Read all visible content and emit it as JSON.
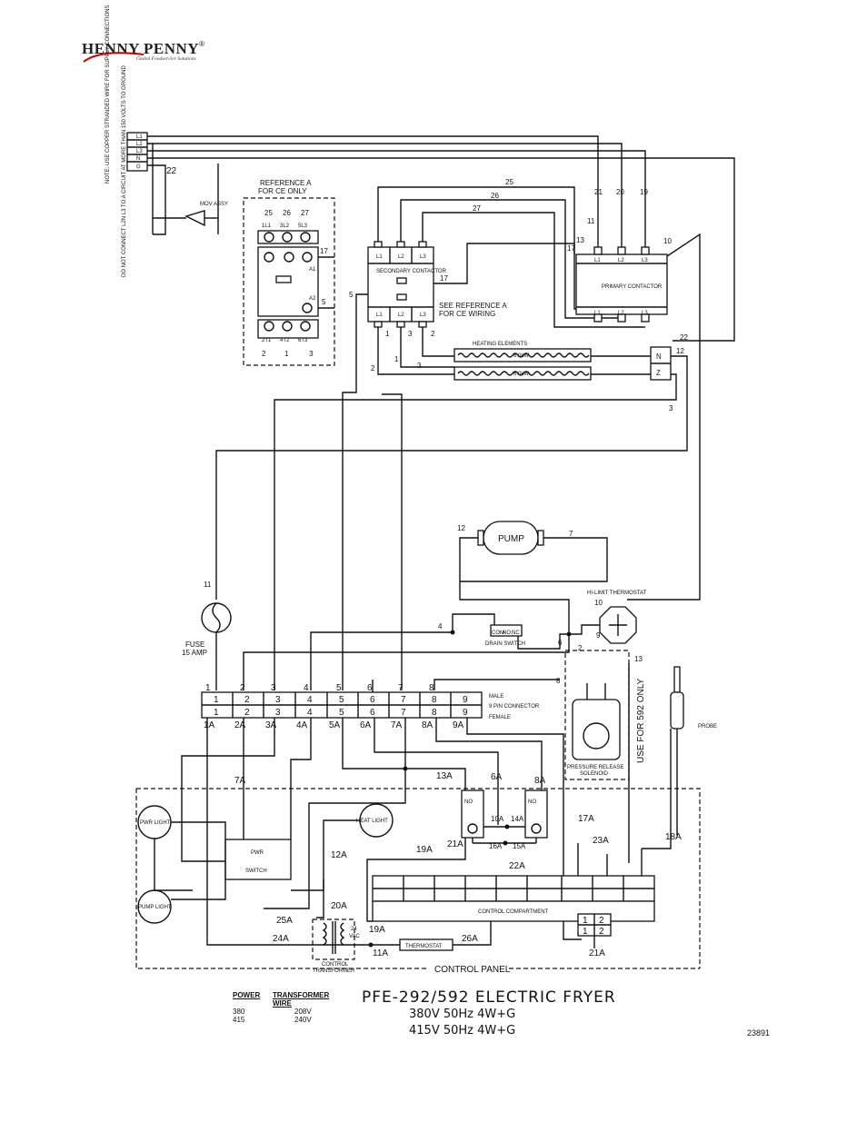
{
  "brand": {
    "name": "HENNY PENNY",
    "registered": "®",
    "tagline": "Global Foodservice Solutions"
  },
  "labels": {
    "supply_note": "NOTE: USE COPPER STRANDED WIRE FOR SUPPLY CONNECTIONS",
    "ground_note": "DO NOT CONNECT L2N L3 TO A CIRCUIT AT MORE THAN 150 VOLTS TO GROUND",
    "mov_assy": "MOV ASSY",
    "reference_a_title_1": "REFERENCE A",
    "reference_a_title_2": "FOR CE ONLY",
    "secondary_contactor": "SECONDARY CONTACTOR",
    "primary_contactor": "PRIMARY CONTACTOR",
    "see_reference_1": "SEE REFERENCE A",
    "see_reference_2": "FOR CE WIRING",
    "heating_elements": "HEATING ELEMENTS",
    "pump": "PUMP",
    "hi_limit": "HI-LIMIT THERMOSTAT",
    "fuse_1": "FUSE",
    "fuse_2": "15 AMP",
    "drain_switch": "DRAIN SWITCH",
    "male": "MALE",
    "nine_pin": "9 PIN CONNECTOR",
    "female": "FEMALE",
    "pressure_release_1": "PRESSURE RELEASE",
    "pressure_release_2": "SOLENOID",
    "use_for_592": "USE FOR 592 ONLY",
    "probe": "PROBE",
    "pwr_light": "PWR LIGHT",
    "heat_light": "HEAT LIGHT",
    "pump_light": "PUMP LIGHT",
    "pwr_switch_1": "PWR",
    "pwr_switch_2": "SWITCH",
    "control_compartment": "CONTROL COMPARTMENT",
    "control_transformer_1": "CONTROL",
    "control_transformer_2": "TRANSFORMER",
    "vac_1": "24",
    "vac_2": "VAC",
    "thermostat": "THERMOSTAT",
    "control_panel": "CONTROL PANEL",
    "com": "COM",
    "no": "NO",
    "nc": "NC"
  },
  "terminals": {
    "supply": [
      "L1",
      "L2",
      "L3",
      "N",
      "G"
    ],
    "contactor_poles": [
      "L1",
      "L2",
      "L3"
    ],
    "element_labels": [
      "6.0kW",
      "6.0kW"
    ]
  },
  "reference_a": {
    "top_numbers": [
      "25",
      "26",
      "27"
    ],
    "top_terminals": [
      "1L1",
      "3L2",
      "5L3"
    ],
    "coil_terminals": [
      "A1",
      "A2"
    ],
    "bottom_terminals": [
      "2T1",
      "4T2",
      "6T3"
    ],
    "bottom_numbers": [
      "2",
      "1",
      "3"
    ],
    "side_numbers": [
      "17",
      "5"
    ]
  },
  "wire_numbers": {
    "w1": "1",
    "w2": "2",
    "w3": "3",
    "w4": "4",
    "w5": "5",
    "w6": "6",
    "w7": "7",
    "w8": "8",
    "w9": "9",
    "w10": "10",
    "w11": "11",
    "w12": "12",
    "w13": "13",
    "w17": "17",
    "w19": "19",
    "w20": "20",
    "w21": "21",
    "w22": "22",
    "w25": "25",
    "w26": "26",
    "w27": "27",
    "w1A": "1A",
    "w2A": "2A",
    "w3A": "3A",
    "w4A": "4A",
    "w5A": "5A",
    "w6A": "6A",
    "w7A": "7A",
    "w8A": "8A",
    "w9A": "9A",
    "w10A": "10A",
    "w11A": "11A",
    "w12A": "12A",
    "w13A": "13A",
    "w14A": "14A",
    "w15A": "15A",
    "w16A": "16A",
    "w17A": "17A",
    "w18A": "18A",
    "w19A": "19A",
    "w20A": "20A",
    "w21A": "21A",
    "w22A": "22A",
    "w23A": "23A",
    "w24A": "24A",
    "w25A": "25A",
    "w26A": "26A"
  },
  "connector_pins": [
    "1",
    "2",
    "3",
    "4",
    "5",
    "6",
    "7",
    "8",
    "9"
  ],
  "compartment_pins": [
    "1",
    "2",
    "3",
    "4",
    "5",
    "6",
    "7",
    "8",
    "9"
  ],
  "small_plug_pins": [
    "1",
    "2",
    "1",
    "2"
  ],
  "title": {
    "model": "PFE-292/592 ELECTRIC FRYER",
    "line1": "380V 50Hz 4W+G",
    "line2": "415V 50Hz 4W+G"
  },
  "power_table": {
    "headers": [
      "POWER",
      "TRANSFORMER WIRE"
    ],
    "rows": [
      [
        "380",
        "208V"
      ],
      [
        "415",
        "240V"
      ]
    ]
  },
  "doc_number": "23891"
}
